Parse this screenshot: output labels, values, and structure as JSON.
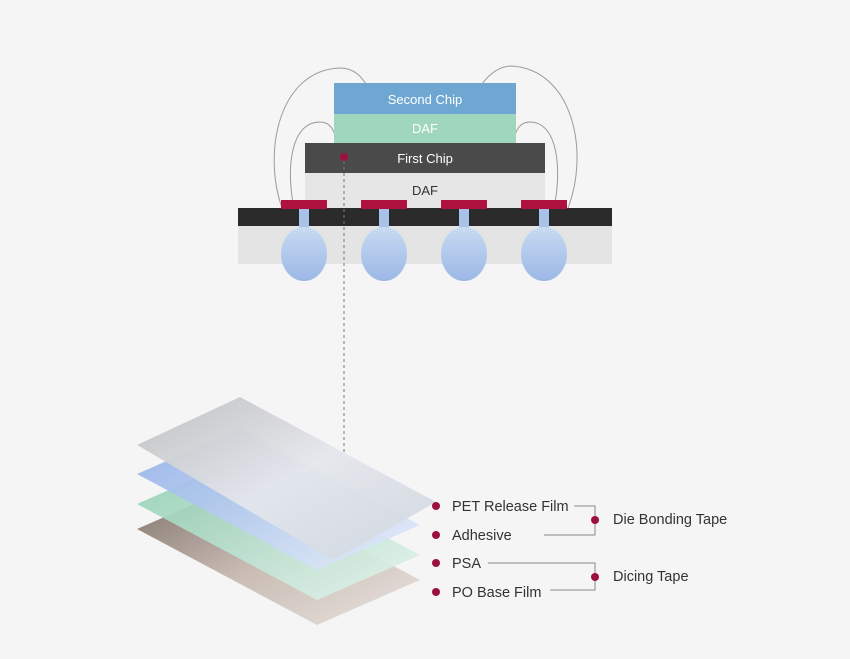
{
  "package": {
    "second_chip": "Second Chip",
    "daf_top": "DAF",
    "first_chip": "First Chip",
    "daf_bottom": "DAF"
  },
  "tape_layers": [
    {
      "label": "PET Release Film"
    },
    {
      "label": "Adhesive"
    },
    {
      "label": "PSA"
    },
    {
      "label": "PO Base Film"
    }
  ],
  "groups": {
    "die_bonding": "Die Bonding Tape",
    "dicing": "Dicing Tape"
  },
  "colors": {
    "background": "#f5f5f5",
    "second_chip": "#6fa7d3",
    "daf_top": "#9fd6bd",
    "first_chip": "#4a4a4a",
    "daf_bottom": "#e6e6e6",
    "substrate_dark": "#2b2b2b",
    "substrate_light": "#e4e4e4",
    "pad": "#b0123f",
    "solder_ball": "#a9c3e8",
    "marker": "#9b1040",
    "connector": "#888888"
  }
}
